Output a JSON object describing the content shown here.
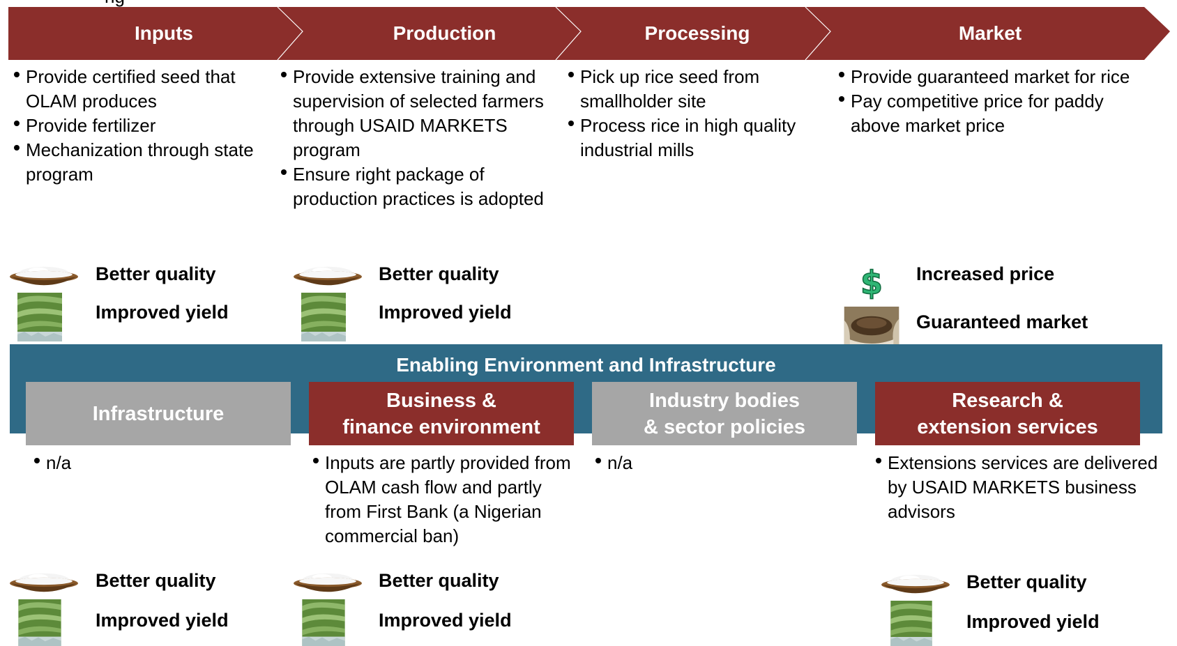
{
  "top_text": "ng",
  "chain": {
    "steps": [
      {
        "label": "Inputs"
      },
      {
        "label": "Production"
      },
      {
        "label": "Processing"
      },
      {
        "label": "Market"
      }
    ]
  },
  "chain_columns": [
    {
      "bullets": [
        "Provide certified seed that OLAM produces",
        "Provide fertilizer",
        "Mechanization through state program"
      ]
    },
    {
      "bullets": [
        "Provide extensive  training and supervision of selected farmers through USAID MARKETS program",
        "Ensure right package of production practices is adopted"
      ]
    },
    {
      "bullets": [
        "Pick up rice seed from smallholder site",
        "Process rice in high quality industrial mills"
      ]
    },
    {
      "bullets": [
        "Provide guaranteed market for rice",
        "Pay competitive price for paddy above market price"
      ]
    }
  ],
  "chain_benefits": [
    {
      "line1": "Better quality",
      "line2": "Improved yield",
      "icons": [
        "rice-bowl-icon",
        "rice-field-icon"
      ]
    },
    {
      "line1": "Better quality",
      "line2": "Improved yield",
      "icons": [
        "rice-bowl-icon",
        "rice-field-icon"
      ]
    },
    {
      "line1": "Increased price",
      "line2": "Guaranteed market",
      "icons": [
        "dollar-icon",
        "grain-sacks-icon"
      ]
    }
  ],
  "enabling": {
    "title": "Enabling Environment and Infrastructure",
    "tiles": [
      {
        "line1": "Infrastructure",
        "line2": "",
        "color": "#a6a6a6"
      },
      {
        "line1": "Business &",
        "line2": "finance environment",
        "color": "#8b2e2b"
      },
      {
        "line1": "Industry bodies",
        "line2": "& sector policies",
        "color": "#a6a6a6"
      },
      {
        "line1": "Research &",
        "line2": "extension services",
        "color": "#8b2e2b"
      }
    ],
    "columns": [
      {
        "bullets": [
          "n/a"
        ]
      },
      {
        "bullets": [
          "Inputs are partly provided from OLAM cash flow and partly from First Bank (a Nigerian commercial ban)"
        ]
      },
      {
        "bullets": [
          "n/a"
        ]
      },
      {
        "bullets": [
          "Extensions services are delivered by USAID MARKETS business advisors"
        ]
      }
    ]
  },
  "enabling_benefits": [
    {
      "line1": "Better quality",
      "line2": "Improved yield"
    },
    {
      "line1": "Better quality",
      "line2": "Improved yield"
    },
    {
      "line1": "Better quality",
      "line2": "Improved yield"
    }
  ],
  "colors": {
    "chevron": "#8b2e2b",
    "band": "#2f6a86",
    "tile_gray": "#a6a6a6",
    "tile_red": "#8b2e2b"
  }
}
